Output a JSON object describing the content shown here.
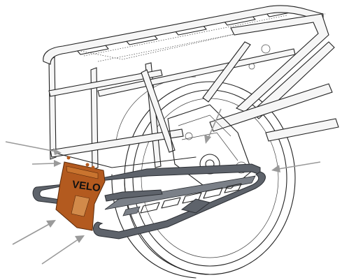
{
  "figure": {
    "logo_text": "VELO",
    "colors": {
      "orange_plate": "#b35a1f",
      "footrest_grey": "#5e636b",
      "callout_arrow": "#9a9a9a",
      "line_art": "#222222"
    },
    "callout_arrows": [
      {
        "id": "left-upper"
      },
      {
        "id": "left-mid"
      },
      {
        "id": "left-lower-1"
      },
      {
        "id": "left-lower-2"
      },
      {
        "id": "center-top"
      },
      {
        "id": "right"
      }
    ],
    "icons": [
      "arrow-icon"
    ]
  }
}
